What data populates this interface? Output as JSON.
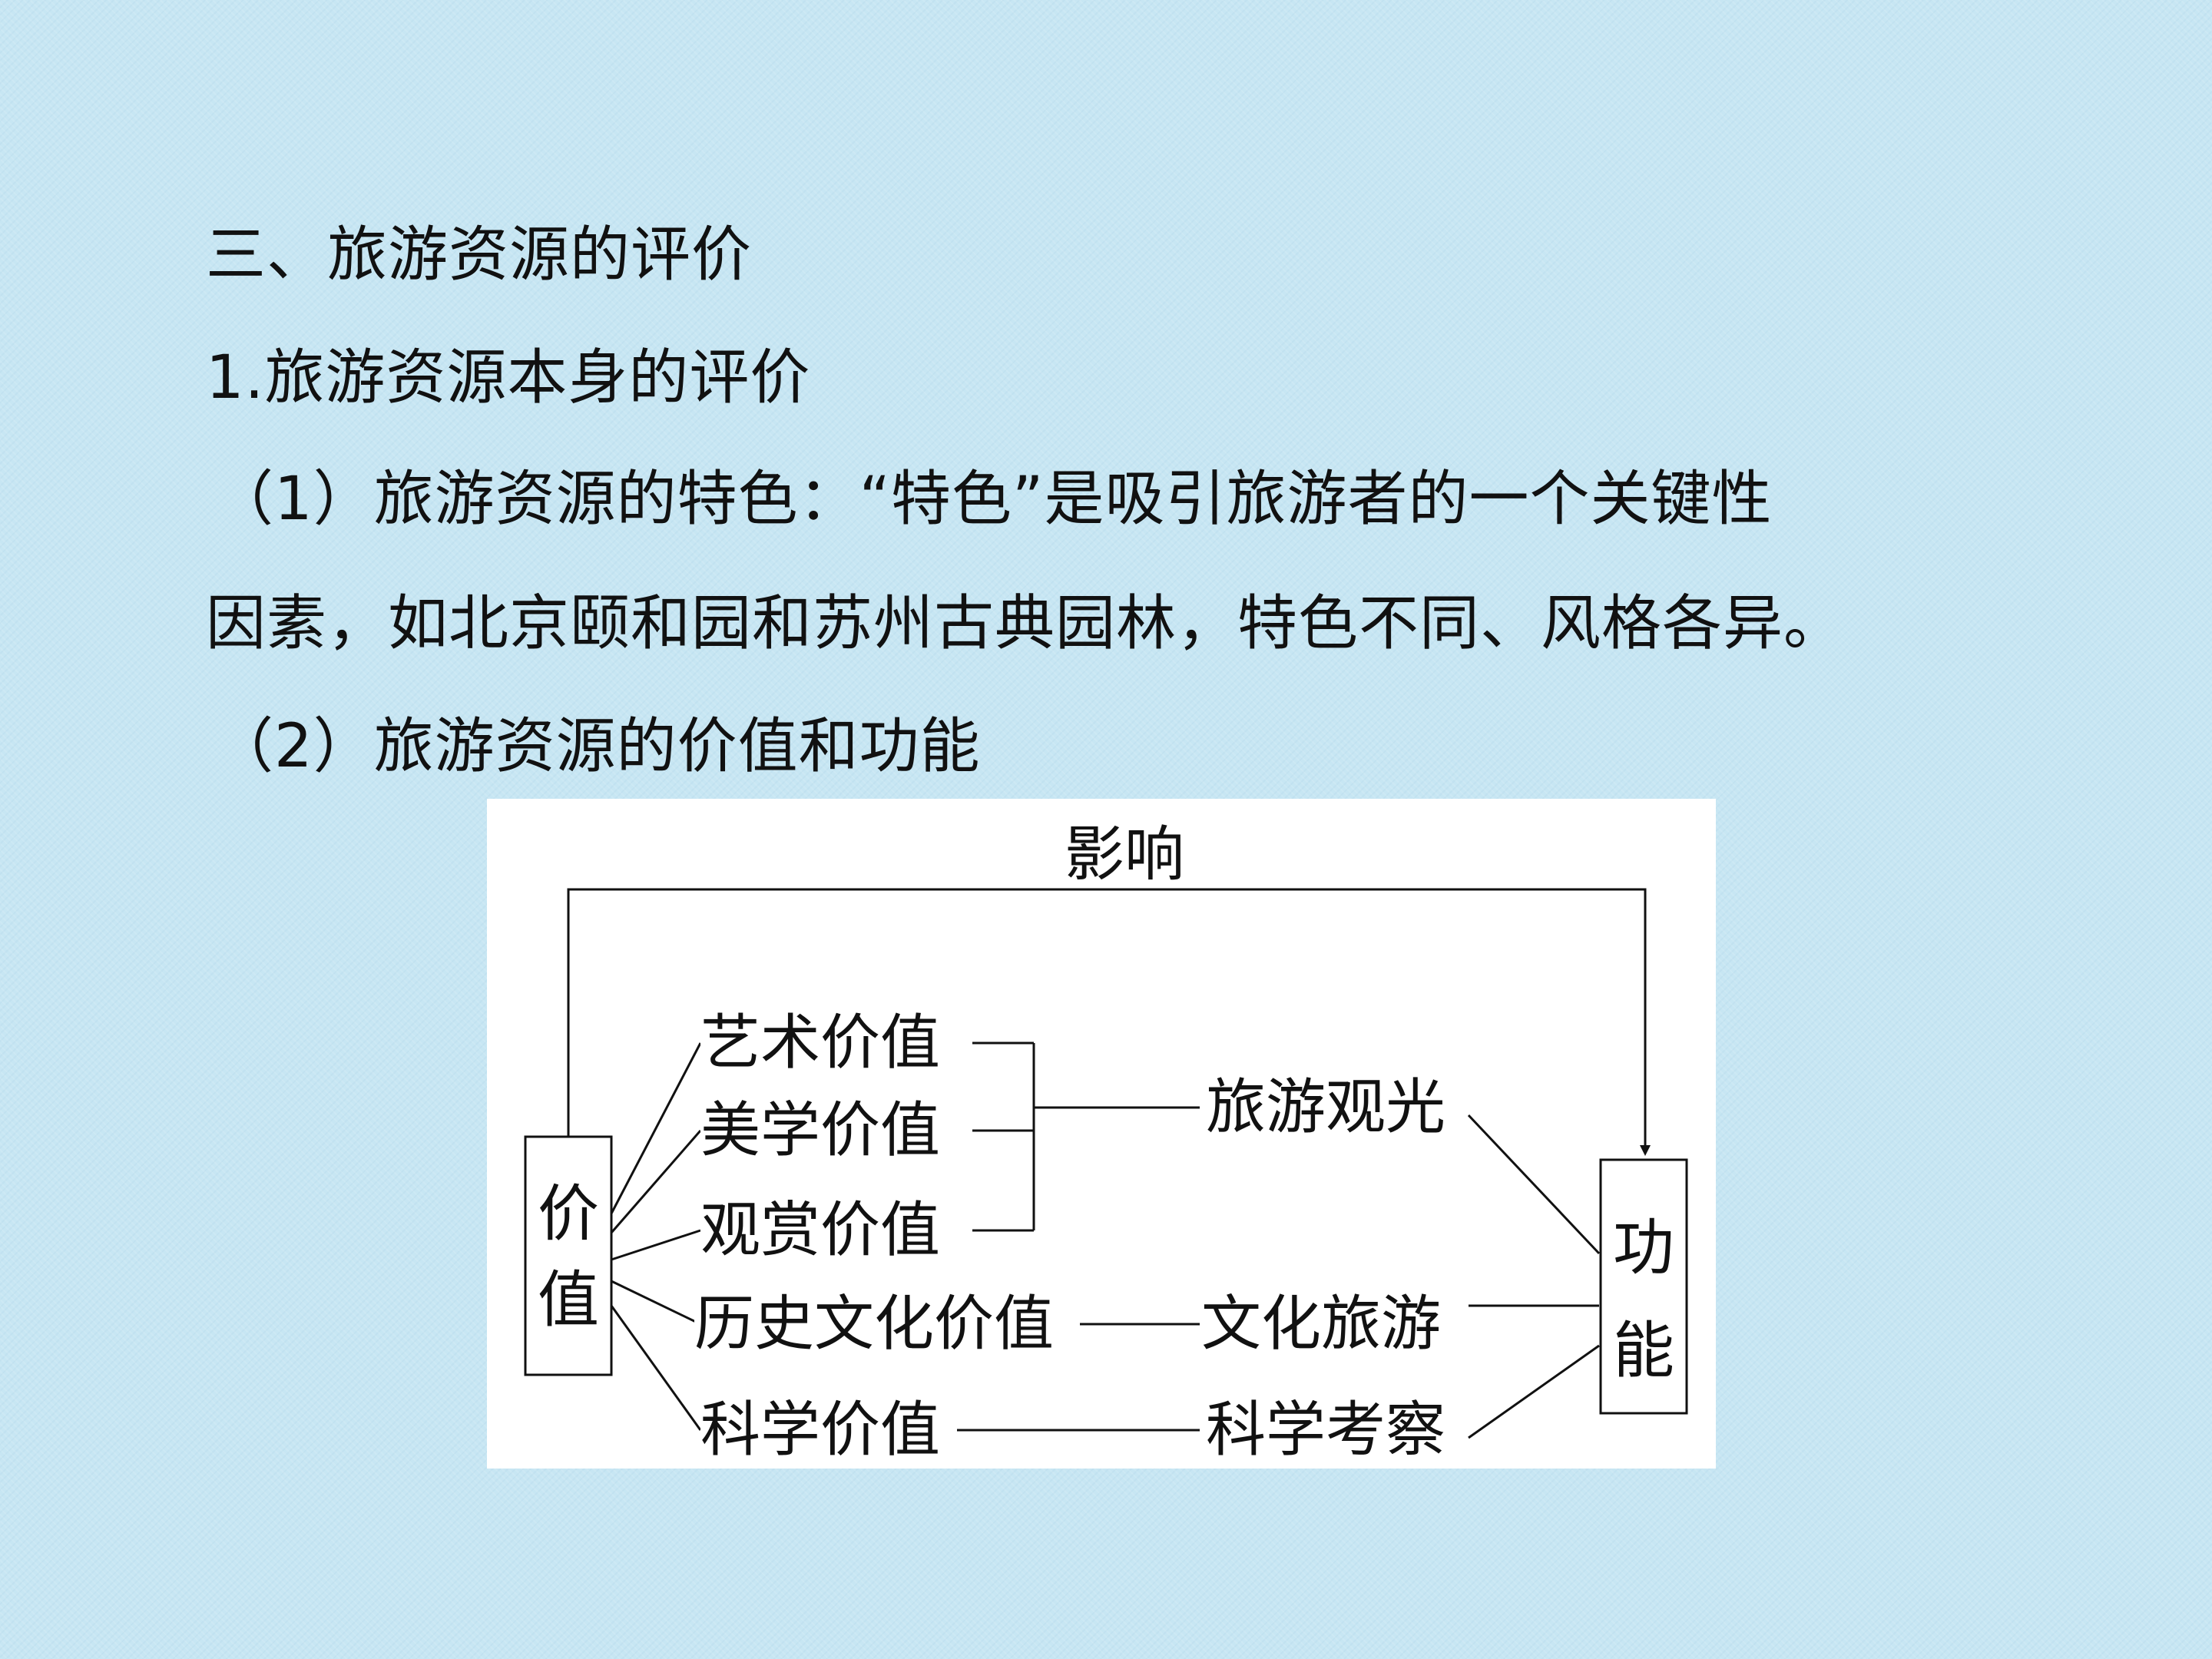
{
  "text": {
    "heading": "三、旅游资源的评价",
    "sub1": "1.旅游资源本身的评价",
    "p1_line1": "（1）旅游资源的特色：“特色”是吸引旅游者的一个关键性",
    "p1_line2": "因素，如北京颐和园和苏州古典园林，特色不同、风格各异。",
    "p2": "（2）旅游资源的价值和功能"
  },
  "diagram": {
    "top_label": "影响",
    "value_box": [
      "价",
      "值"
    ],
    "function_box": [
      "功",
      "能"
    ],
    "values": [
      "艺术价值",
      "美学价值",
      "观赏价值",
      "历史文化价值",
      "科学价值"
    ],
    "functions": [
      "旅游观光",
      "文化旅游",
      "科学考察"
    ]
  }
}
